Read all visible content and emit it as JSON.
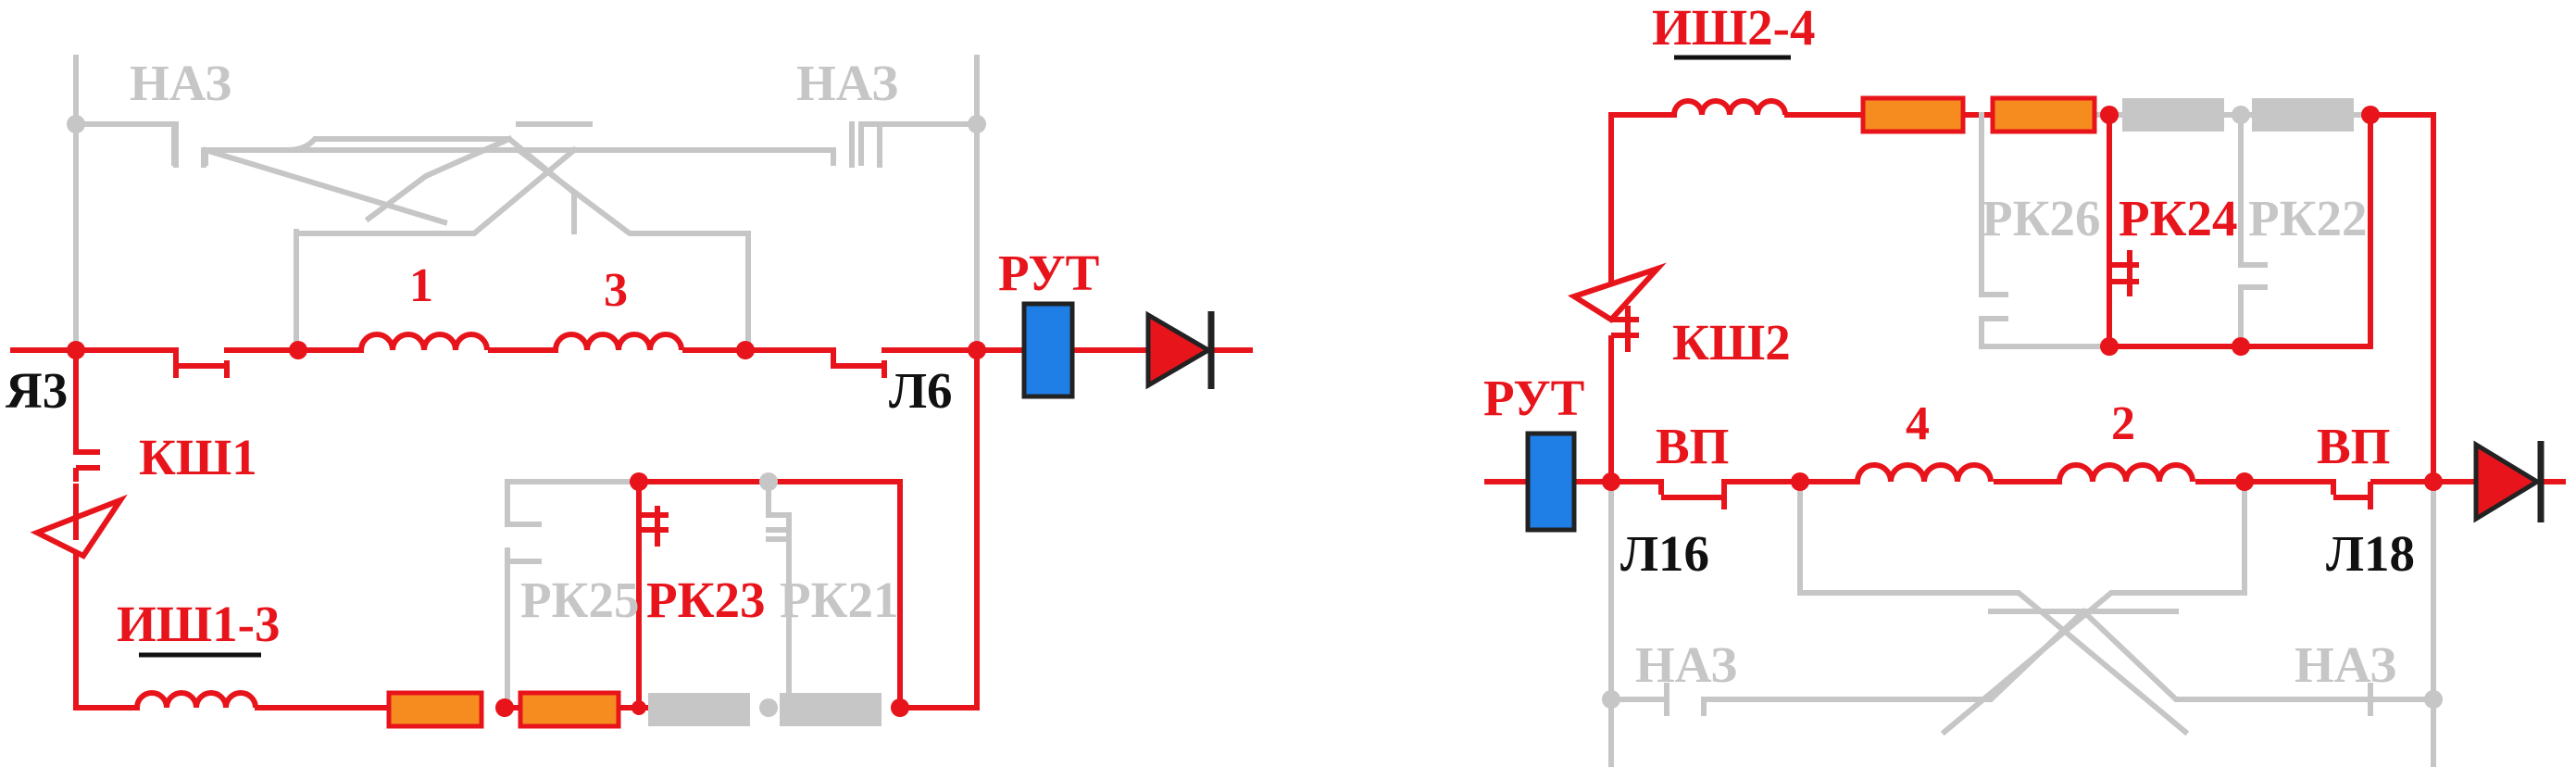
{
  "colors": {
    "active": "#e8141b",
    "inactive": "#c6c6c6",
    "text_dark": "#111111",
    "resistor_active": "#f68b1f",
    "relay": "#1f7fe6"
  },
  "left": {
    "labels": {
      "naz_left": "НАЗ",
      "naz_right": "НАЗ",
      "coil_1": "1",
      "coil_3": "3",
      "rut": "РУТ",
      "ya3": "Я3",
      "l6": "Л6",
      "ksh1": "КШ1",
      "ish": "ИШ1-3",
      "rk25": "РК25",
      "rk23": "РК23",
      "rk21": "РК21"
    }
  },
  "right": {
    "labels": {
      "ish": "ИШ2-4",
      "rk26": "РК26",
      "rk24": "РК24",
      "rk22": "РК22",
      "ksh2": "КШ2",
      "rut": "РУТ",
      "vp_left": "ВП",
      "vp_right": "ВП",
      "coil_4": "4",
      "coil_2": "2",
      "l16": "Л16",
      "l18": "Л18",
      "naz_left": "НАЗ",
      "naz_right": "НАЗ"
    }
  }
}
